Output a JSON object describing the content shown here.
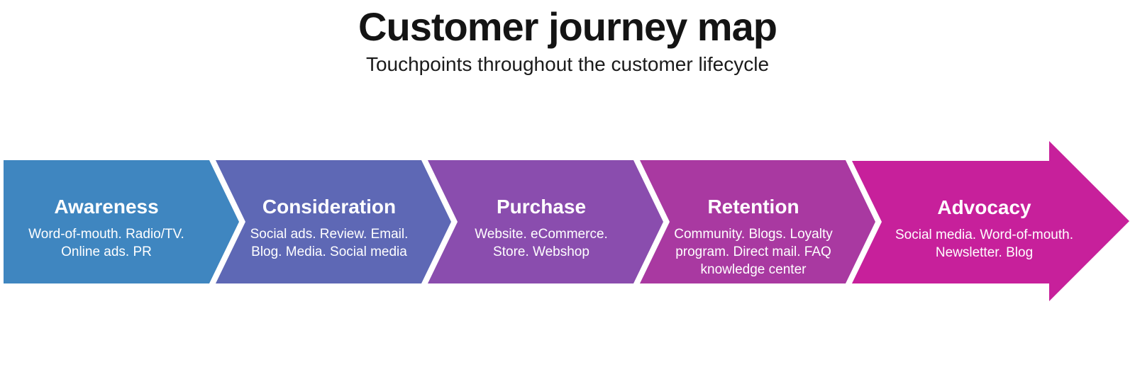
{
  "header": {
    "title": "Customer journey map",
    "subtitle": "Touchpoints throughout the customer lifecycle"
  },
  "stages": [
    {
      "name": "Awareness",
      "color": "#3f86c0",
      "touchpoint_lines": [
        "Word-of-mouth. Radio/TV.",
        "Online ads. PR"
      ]
    },
    {
      "name": "Consideration",
      "color": "#5e68b5",
      "touchpoint_lines": [
        "Social ads. Review. Email.",
        "Blog. Media. Social media"
      ]
    },
    {
      "name": "Purchase",
      "color": "#8a4dae",
      "touchpoint_lines": [
        "Website. eCommerce.",
        "Store. Webshop"
      ]
    },
    {
      "name": "Retention",
      "color": "#a939a1",
      "touchpoint_lines": [
        "Community. Blogs. Loyalty",
        "program. Direct mail. FAQ",
        "knowledge center"
      ]
    },
    {
      "name": "Advocacy",
      "color": "#c7209b",
      "touchpoint_lines": [
        "Social media. Word-of-mouth.",
        "Newsletter. Blog"
      ]
    }
  ],
  "colors": {
    "background": "#ffffff",
    "heading_text": "#141414",
    "stage_text": "#ffffff"
  }
}
